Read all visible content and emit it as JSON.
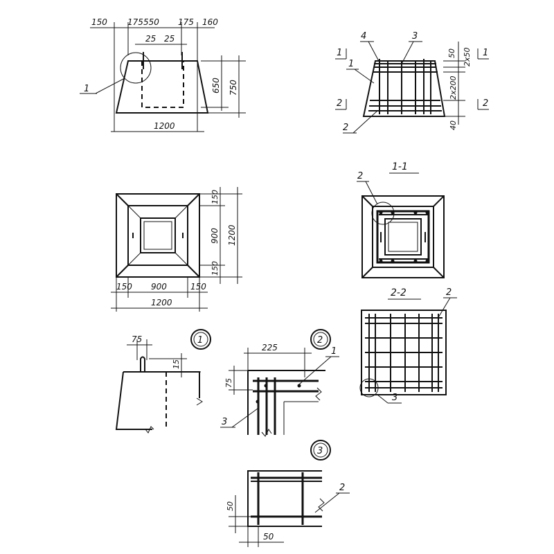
{
  "elevation_front": {
    "top_dims": [
      "150",
      "175",
      "550",
      "175",
      "160"
    ],
    "inner_dims": [
      "25",
      "25"
    ],
    "height_dims": [
      "650",
      "750"
    ],
    "base_dim": "1200",
    "callout": "1"
  },
  "elevation_rebar": {
    "callouts": [
      "4",
      "3",
      "1",
      "2"
    ],
    "right_dims": [
      "50",
      "2x50",
      "2x200",
      "40"
    ],
    "section_marks": [
      "1",
      "1",
      "2",
      "2"
    ]
  },
  "plan_view": {
    "bottom_dims": [
      "150",
      "900",
      "150"
    ],
    "base_dim": "1200",
    "right_dims": [
      "150",
      "900",
      "150"
    ],
    "height_dim": "1200"
  },
  "section_1_1": {
    "title": "1-1",
    "callout": "2"
  },
  "section_2_2": {
    "title": "2-2",
    "callouts": [
      "2",
      "3"
    ]
  },
  "detail_1": {
    "tag": "1",
    "dims": [
      "75",
      "15"
    ]
  },
  "detail_2": {
    "tag": "2",
    "dims": [
      "225",
      "75"
    ],
    "callouts": [
      "1",
      "3"
    ]
  },
  "detail_3": {
    "tag": "3",
    "dims": [
      "50",
      "50"
    ],
    "callout": "2"
  }
}
